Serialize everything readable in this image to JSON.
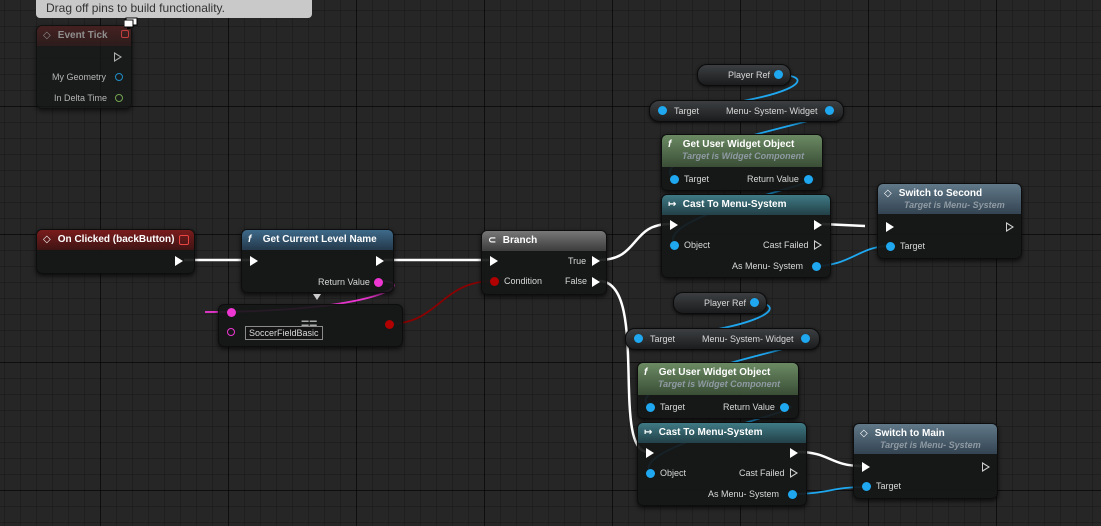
{
  "tooltip": {
    "text": "Drag off pins to build functionality."
  },
  "nodes": {
    "event_tick": {
      "title": "Event Tick",
      "pins": [
        "My Geometry",
        "In Delta Time"
      ]
    },
    "on_clicked": {
      "title": "On Clicked (backButton)"
    },
    "get_level_name": {
      "title": "Get Current Level Name",
      "return_label": "Return Value"
    },
    "equal_node": {
      "literal_value": "SoccerFieldBasic",
      "operator": "=="
    },
    "branch": {
      "title": "Branch",
      "condition": "Condition",
      "true": "True",
      "false": "False"
    },
    "player_ref_1": {
      "label": "Player Ref"
    },
    "player_ref_2": {
      "label": "Player Ref"
    },
    "var_get_1": {
      "target": "Target",
      "widget": "Menu- System- Widget"
    },
    "var_get_2": {
      "target": "Target",
      "widget": "Menu- System- Widget"
    },
    "get_widget_1": {
      "title": "Get User Widget Object",
      "subtitle": "Target is Widget Component",
      "target": "Target",
      "return": "Return Value"
    },
    "get_widget_2": {
      "title": "Get User Widget Object",
      "subtitle": "Target is Widget Component",
      "target": "Target",
      "return": "Return Value"
    },
    "cast_1": {
      "title": "Cast To Menu-System",
      "object": "Object",
      "failed": "Cast Failed",
      "as": "As Menu- System"
    },
    "cast_2": {
      "title": "Cast To Menu-System",
      "object": "Object",
      "failed": "Cast Failed",
      "as": "As Menu- System"
    },
    "switch_second": {
      "title": "Switch to Second",
      "subtitle": "Target is Menu- System",
      "target": "Target"
    },
    "switch_main": {
      "title": "Switch to Main",
      "subtitle": "Target is Menu- System",
      "target": "Target"
    }
  },
  "icons": {
    "event": "diamond-icon",
    "function": "function-f-icon",
    "branch": "branch-icon",
    "cast": "cast-arrow-icon",
    "monitor": "monitor-icon"
  },
  "colors": {
    "exec_wire": "#ffffff",
    "object_wire": "#1fa8f0",
    "string_wire": "#ee36d2",
    "bool_wire": "#8b0000",
    "event_header": "#7a1c1c"
  }
}
